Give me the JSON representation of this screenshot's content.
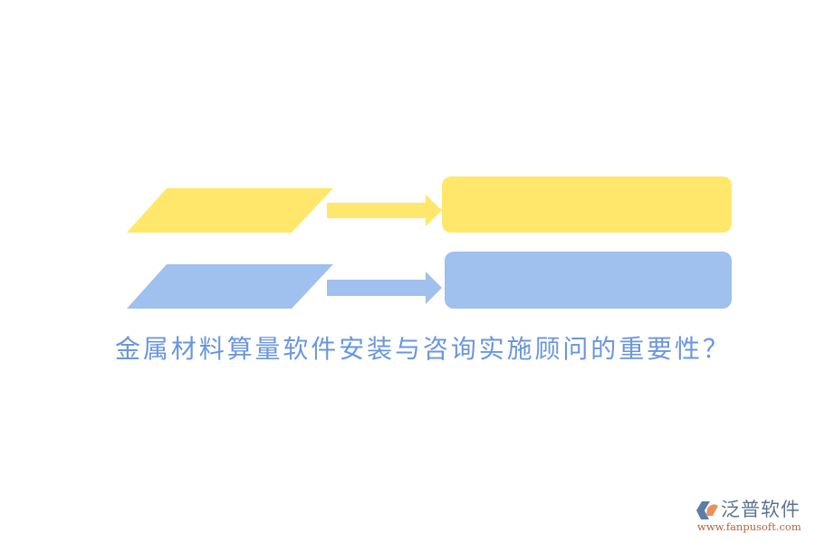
{
  "colors": {
    "yellow": "#FEE76A",
    "blue": "#A0C0EE",
    "title_text": "#6A96DE",
    "logo_text": "#5B7393",
    "logo_url": "#B0643A",
    "logo_icon_blue": "#5E7DA6",
    "logo_icon_orange": "#E9925A"
  },
  "diagram": {
    "rows": [
      {
        "color": "yellow",
        "parallelogram_label": "",
        "arrow": "right-arrow",
        "box_label": ""
      },
      {
        "color": "blue",
        "parallelogram_label": "",
        "arrow": "right-arrow",
        "box_label": ""
      }
    ]
  },
  "title": "金属材料算量软件安装与咨询实施顾问的重要性？",
  "logo": {
    "name": "泛普软件",
    "url": "www.fanpusoft.com",
    "icon": "fanpu-logo-icon"
  }
}
